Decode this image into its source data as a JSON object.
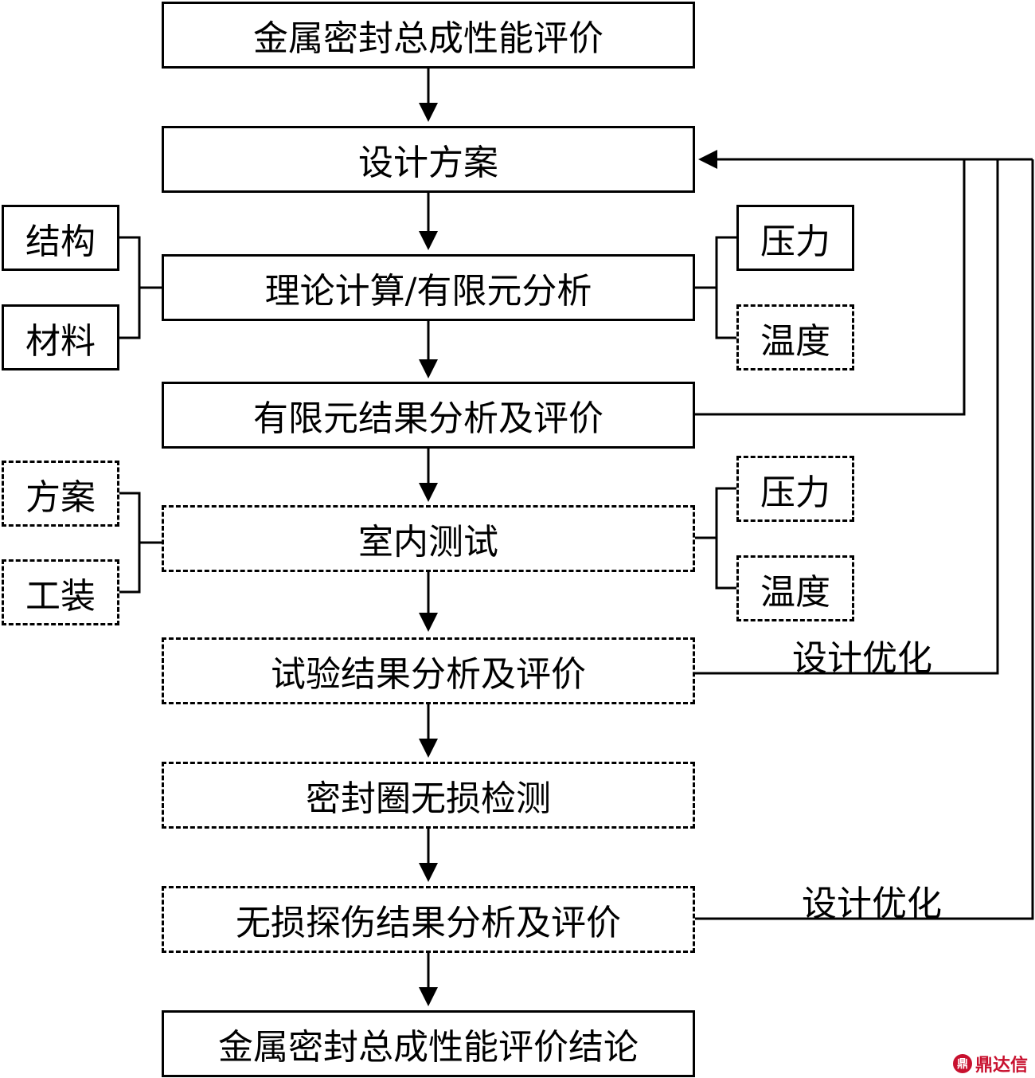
{
  "boxes": {
    "main_eval": "金属密封总成性能评价",
    "design_plan": "设计方案",
    "theory_fea": "理论计算/有限元分析",
    "fea_eval": "有限元结果分析及评价",
    "lab_test": "室内测试",
    "test_eval": "试验结果分析及评价",
    "ndt": "密封圈无损检测",
    "ndt_eval": "无损探伤结果分析及评价",
    "conclusion": "金属密封总成性能评价结论",
    "structure": "结构",
    "material": "材料",
    "pressure_1": "压力",
    "temperature_1": "温度",
    "plan": "方案",
    "tooling": "工装",
    "pressure_2": "压力",
    "temperature_2": "温度"
  },
  "labels": {
    "design_opt_1": "设计优化",
    "design_opt_2": "设计优化"
  },
  "watermark": {
    "text": "鼎达信",
    "color": "#c8102e"
  }
}
